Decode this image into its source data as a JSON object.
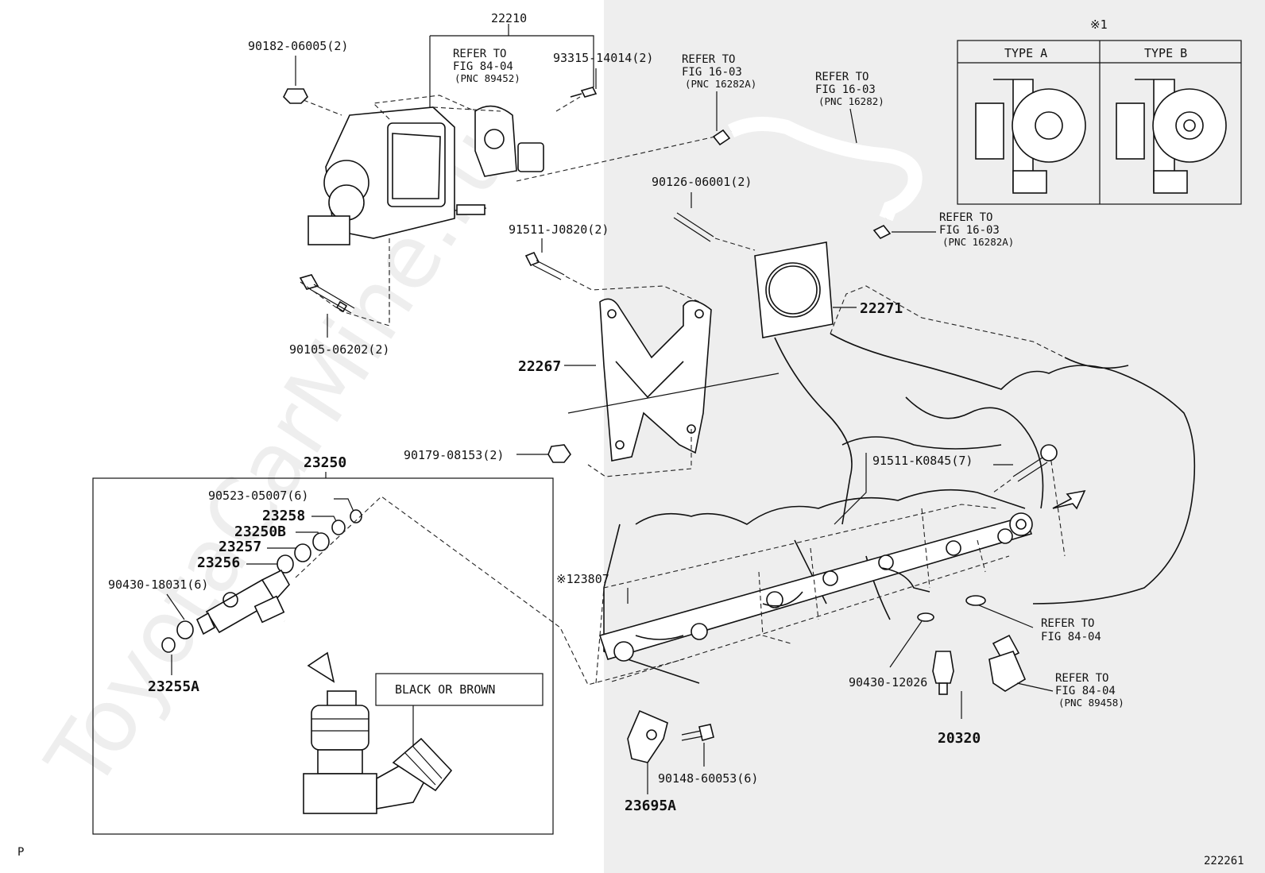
{
  "watermark": "ToyotaCarMine.ru",
  "footer": {
    "left_mark": "P",
    "illustration_no": "222261"
  },
  "inset": {
    "title": "※1",
    "col_a": "TYPE A",
    "col_b": "TYPE B"
  },
  "callouts": {
    "p22210": "22210",
    "p90182": "90182-06005(2)",
    "p93315": "93315-14014(2)",
    "p90105": "90105-06202(2)",
    "p91511j": "91511-J0820(2)",
    "p22267": "22267",
    "p90126": "90126-06001(2)",
    "p22271": "22271",
    "p90179": "90179-08153(2)",
    "p91511k": "91511-K0845(7)",
    "p23250": "23250",
    "p90523": "90523-05007(6)",
    "p23258": "23258",
    "p23250b": "23250B",
    "p23257": "23257",
    "p23256": "23256",
    "p90430a": "90430-18031(6)",
    "p23255a": "23255A",
    "p23807": "※123807",
    "p90430b": "90430-12026",
    "p20320": "20320",
    "p90148": "90148-60053(6)",
    "p23695a": "23695A",
    "black_or_brown": "BLACK OR BROWN"
  },
  "refs": {
    "r1": {
      "l1": "REFER TO",
      "l2": "FIG 84-04",
      "l3": "(PNC 89452)"
    },
    "r2": {
      "l1": "REFER TO",
      "l2": "FIG 16-03",
      "l3": "(PNC 16282A)"
    },
    "r3": {
      "l1": "REFER TO",
      "l2": "FIG 16-03",
      "l3": "(PNC 16282)"
    },
    "r4": {
      "l1": "REFER TO",
      "l2": "FIG 16-03",
      "l3": "(PNC 16282A)"
    },
    "r5": {
      "l1": "REFER TO",
      "l2": "FIG 84-04"
    },
    "r6": {
      "l1": "REFER TO",
      "l2": "FIG 84-04",
      "l3": "(PNC 89458)"
    }
  }
}
